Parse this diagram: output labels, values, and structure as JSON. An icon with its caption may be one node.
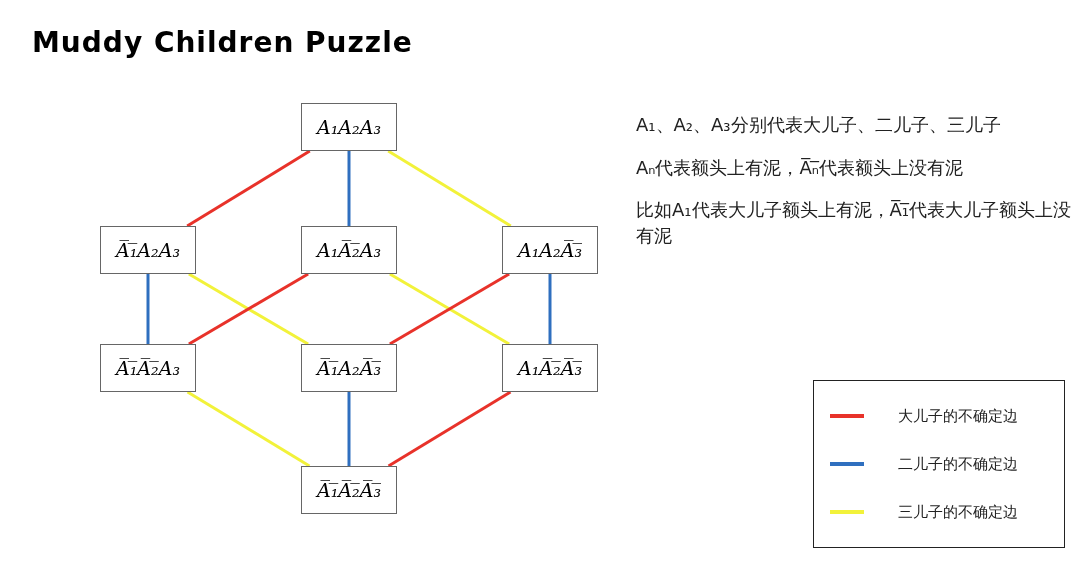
{
  "diagram": {
    "title": "Muddy Children Puzzle",
    "nodes": [
      {
        "text": [
          "A₁A₂A₃"
        ]
      },
      {
        "text": [
          "A̅₁̅A₂A₃"
        ]
      },
      {
        "text": [
          "A₁A̅₂̅A₃"
        ]
      },
      {
        "text": [
          "A₁A₂A̅₃̅"
        ]
      },
      {
        "text": [
          "A̅₁̅A̅₂̅A₃"
        ]
      },
      {
        "text": [
          "A̅₁̅A₂A̅₃̅"
        ]
      },
      {
        "text": [
          "A₁A̅₂̅A̅₃̅"
        ]
      },
      {
        "text": [
          "A̅₁̅A̅₂̅A̅₃̅"
        ]
      }
    ],
    "edges": [
      {
        "from": 0,
        "to": 1,
        "arrow": "none",
        "color": "#e8322a"
      },
      {
        "from": 0,
        "to": 2,
        "arrow": "none",
        "color": "#2f6fbf"
      },
      {
        "from": 0,
        "to": 3,
        "arrow": "none",
        "color": "#f2f23a"
      },
      {
        "from": 1,
        "to": 4,
        "arrow": "none",
        "color": "#2f6fbf"
      },
      {
        "from": 1,
        "to": 5,
        "arrow": "none",
        "color": "#f2f23a"
      },
      {
        "from": 2,
        "to": 4,
        "arrow": "none",
        "color": "#e8322a"
      },
      {
        "from": 2,
        "to": 6,
        "arrow": "none",
        "color": "#f2f23a"
      },
      {
        "from": 3,
        "to": 5,
        "arrow": "none",
        "color": "#e8322a"
      },
      {
        "from": 3,
        "to": 6,
        "arrow": "none",
        "color": "#2f6fbf"
      },
      {
        "from": 4,
        "to": 7,
        "arrow": "none",
        "color": "#f2f23a"
      },
      {
        "from": 5,
        "to": 7,
        "arrow": "none",
        "color": "#2f6fbf"
      },
      {
        "from": 6,
        "to": 7,
        "arrow": "none",
        "color": "#e8322a"
      }
    ],
    "labels": [
      "A₁、A₂、A₃分别代表大儿子、二儿子、三儿子",
      "Aₙ代表额头上有泥，A̅ₙ̅代表额头上没有泥",
      "比如A₁代表大儿子额头上有泥，A̅₁̅代表大儿子额头上没有泥"
    ],
    "legend": [
      {
        "text": "大儿子的不确定边",
        "color": "#e8322a"
      },
      {
        "text": "二儿子的不确定边",
        "color": "#2f6fbf"
      },
      {
        "text": "三儿子的不确定边",
        "color": "#f2f23a"
      }
    ]
  }
}
